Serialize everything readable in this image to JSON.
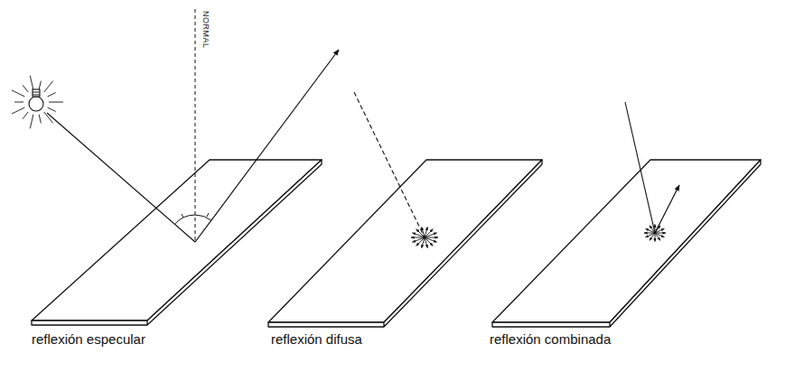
{
  "diagram": {
    "labels": [
      "NORMAL",
      "reflexión especular",
      "reflexión difusa",
      "reflexión combinada"
    ]
  }
}
